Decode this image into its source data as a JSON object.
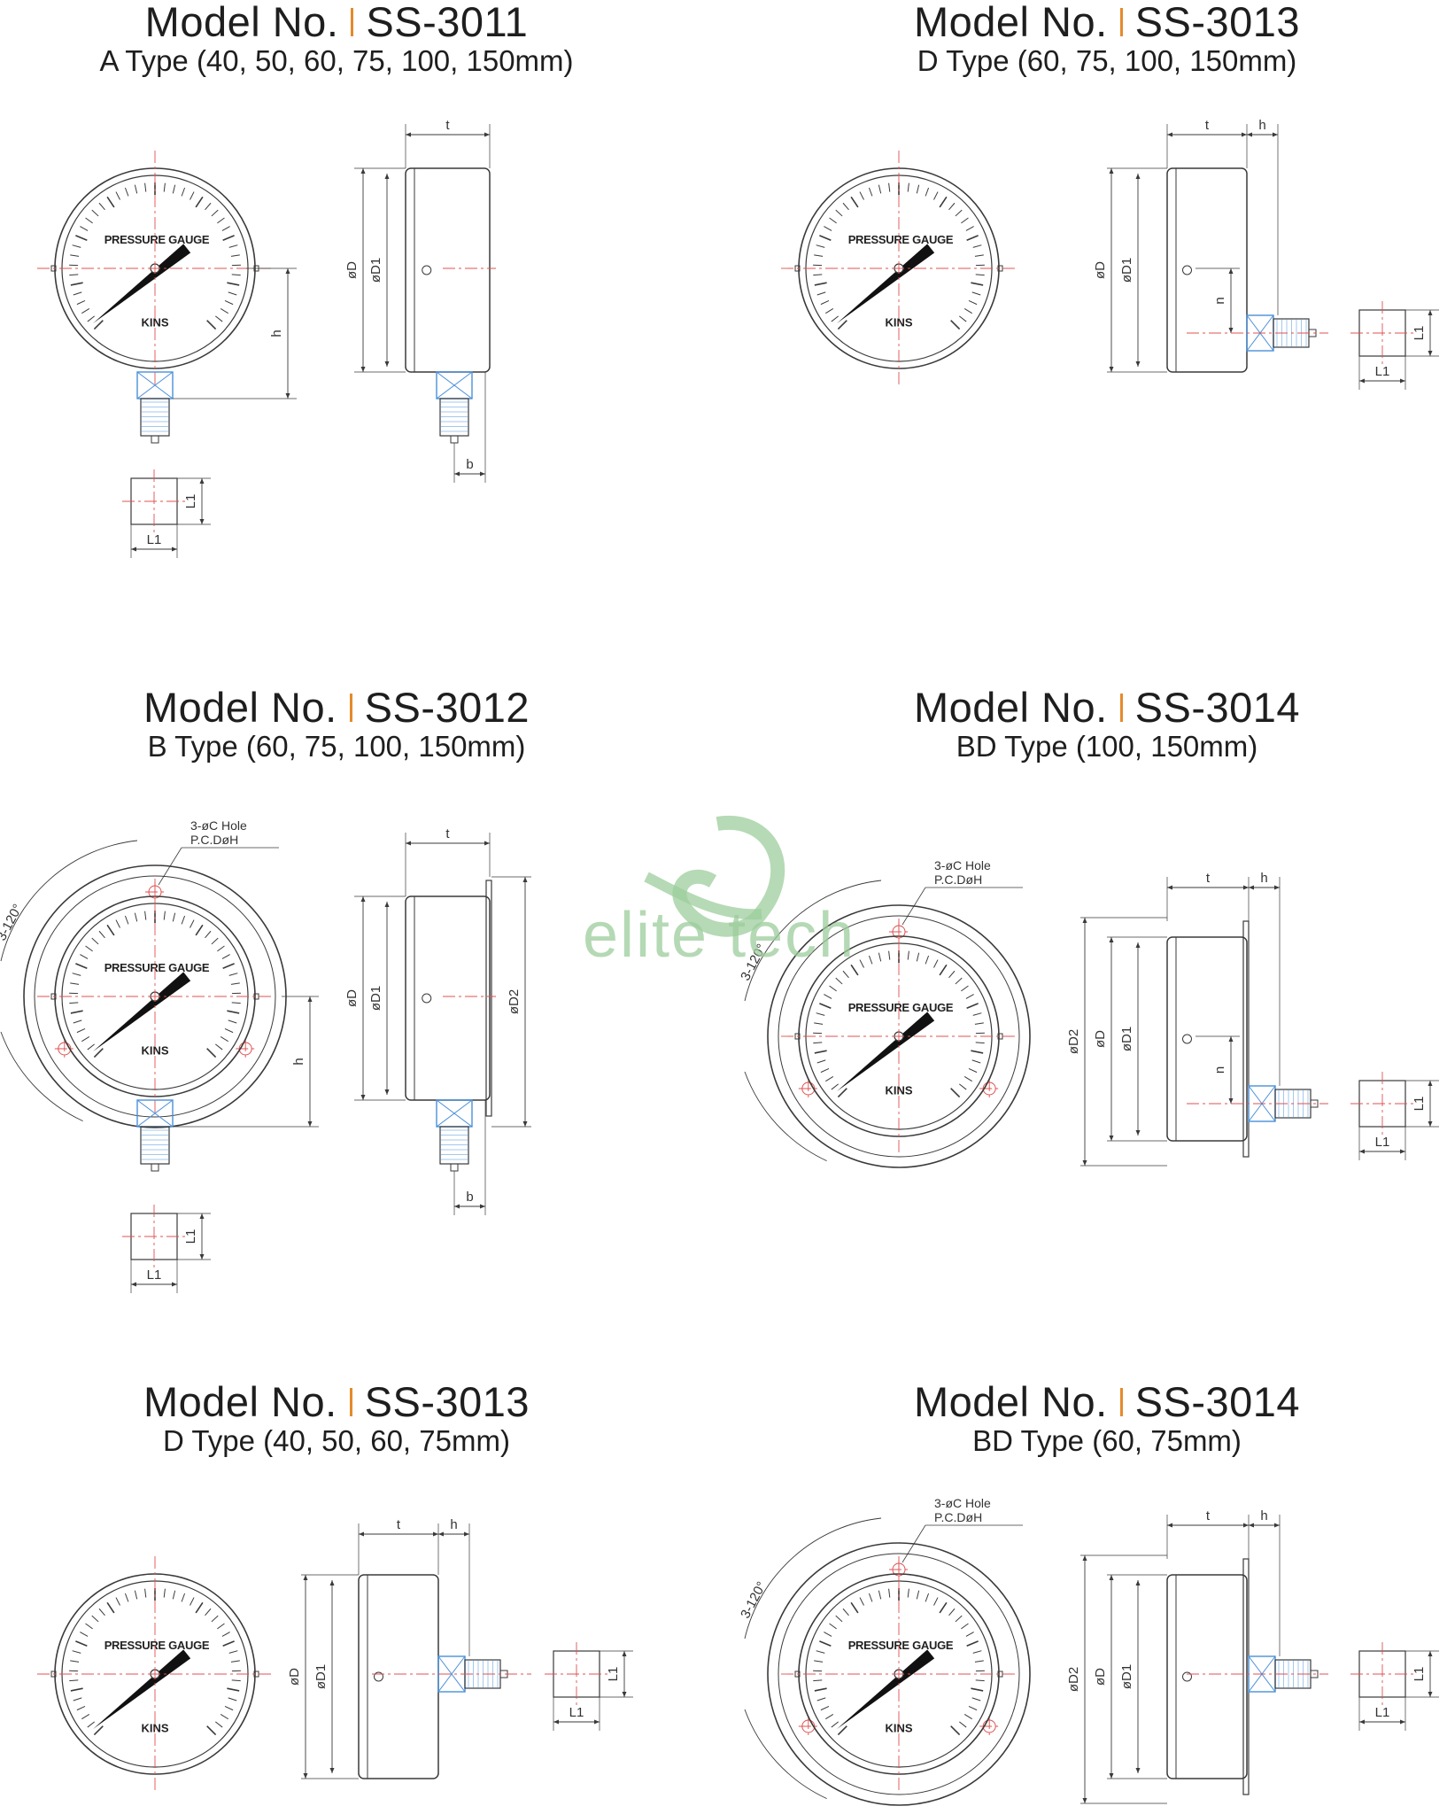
{
  "panels": [
    {
      "model_label": "Model No.",
      "model_no": "SS-3011",
      "type_label": "A Type (40, 50, 60, 75, 100, 150mm)"
    },
    {
      "model_label": "Model No.",
      "model_no": "SS-3013",
      "type_label": "D Type (60, 75, 100, 150mm)"
    },
    {
      "model_label": "Model No.",
      "model_no": "SS-3012",
      "type_label": "B Type (60, 75, 100, 150mm)"
    },
    {
      "model_label": "Model No.",
      "model_no": "SS-3014",
      "type_label": "BD Type (100, 150mm)"
    },
    {
      "model_label": "Model No.",
      "model_no": "SS-3013",
      "type_label": "D Type (40, 50, 60, 75mm)"
    },
    {
      "model_label": "Model No.",
      "model_no": "SS-3014",
      "type_label": "BD Type (60, 75mm)"
    }
  ],
  "gauge_face": {
    "title": "PRESSURE GAUGE",
    "brand": "KINS"
  },
  "dimension_labels": {
    "t": "t",
    "h": "h",
    "b": "b",
    "n": "n",
    "L1": "L1",
    "D": "øD",
    "D1": "øD1",
    "D2": "øD2",
    "hole": "3-øC Hole",
    "pcd": "P.C.DøH",
    "angle": "3-120°"
  },
  "watermark": {
    "text": "elite tech"
  },
  "colors": {
    "line": "#3a3a3a",
    "centerline": "#e05050",
    "nut": "#4a90d9",
    "accent": "#e58a2b",
    "watermark": "#9ccd9c"
  }
}
